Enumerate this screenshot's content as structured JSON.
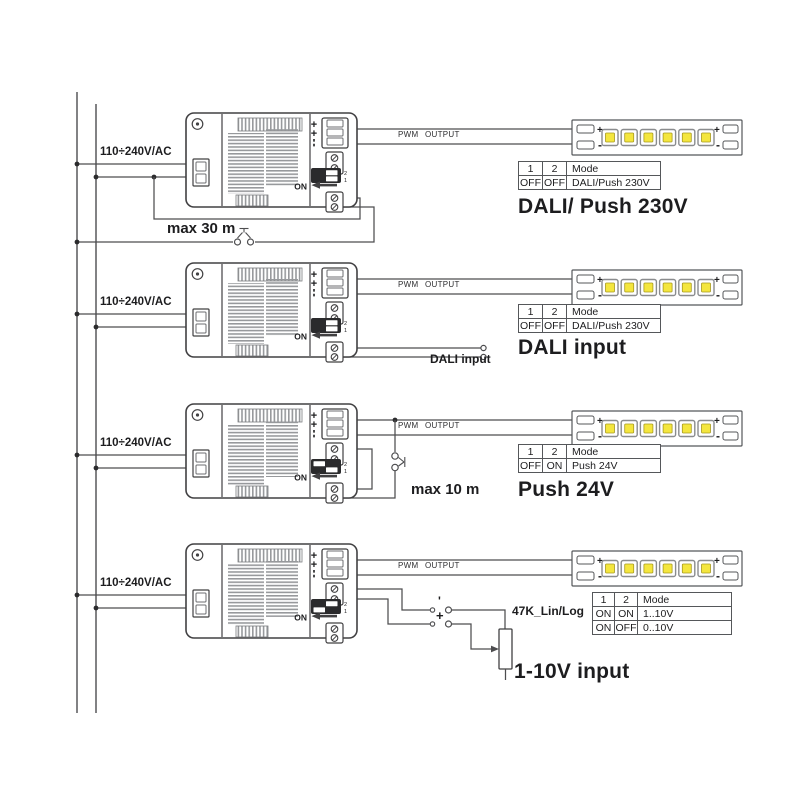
{
  "rows": [
    {
      "input_label": "110÷240V/AC",
      "pwm_label": "PWM OUTPUT",
      "note": "max 30 m",
      "mode_table": {
        "headers": [
          "1",
          "2",
          "Mode"
        ],
        "rows": [
          [
            "OFF",
            "OFF",
            "DALI/Push 230V"
          ]
        ]
      },
      "caption": "DALI/ Push 230V",
      "dip": {
        "sw2": "OFF",
        "sw1": "OFF"
      },
      "wiring": "push-230v-loop"
    },
    {
      "input_label": "110÷240V/AC",
      "pwm_label": "PWM OUTPUT",
      "note": "DALI input",
      "mode_table": {
        "headers": [
          "1",
          "2",
          "Mode"
        ],
        "rows": [
          [
            "OFF",
            "OFF",
            "DALI/Push 230V"
          ]
        ]
      },
      "caption": "DALI input",
      "dip": {
        "sw2": "OFF",
        "sw1": "OFF"
      },
      "wiring": "dali-line"
    },
    {
      "input_label": "110÷240V/AC",
      "pwm_label": "PWM OUTPUT",
      "note": "max 10 m",
      "mode_table": {
        "headers": [
          "1",
          "2",
          "Mode"
        ],
        "rows": [
          [
            "OFF",
            "ON",
            "Push 24V"
          ]
        ]
      },
      "caption": "Push 24V",
      "dip": {
        "sw2": "ON",
        "sw1": "OFF"
      },
      "wiring": "push-24v-button"
    },
    {
      "input_label": "110÷240V/AC",
      "pwm_label": "PWM OUTPUT",
      "note": "47K_Lin/Log",
      "polarity_marks": [
        "'",
        "+"
      ],
      "mode_table": {
        "headers": [
          "1",
          "2",
          "Mode"
        ],
        "rows": [
          [
            "ON",
            "ON",
            "1..10V"
          ],
          [
            "ON",
            "OFF",
            "0..10V"
          ]
        ]
      },
      "caption": "1-10V input",
      "dip": {
        "sw2": "OFF",
        "sw1": "ON"
      },
      "wiring": "analog-pot"
    }
  ],
  "driver": {
    "output_marks": [
      "+",
      "+",
      "-"
    ],
    "dip_numbers": [
      "2",
      "1"
    ],
    "dip_on_label": "ON"
  },
  "strip_marks": {
    "left": [
      "+",
      "-"
    ],
    "right": [
      "+",
      "-"
    ]
  },
  "colors": {
    "wire": "#4d4d4f",
    "outline": "#414042",
    "fin": "#97999c",
    "led_yellow": "#f4e63e"
  }
}
